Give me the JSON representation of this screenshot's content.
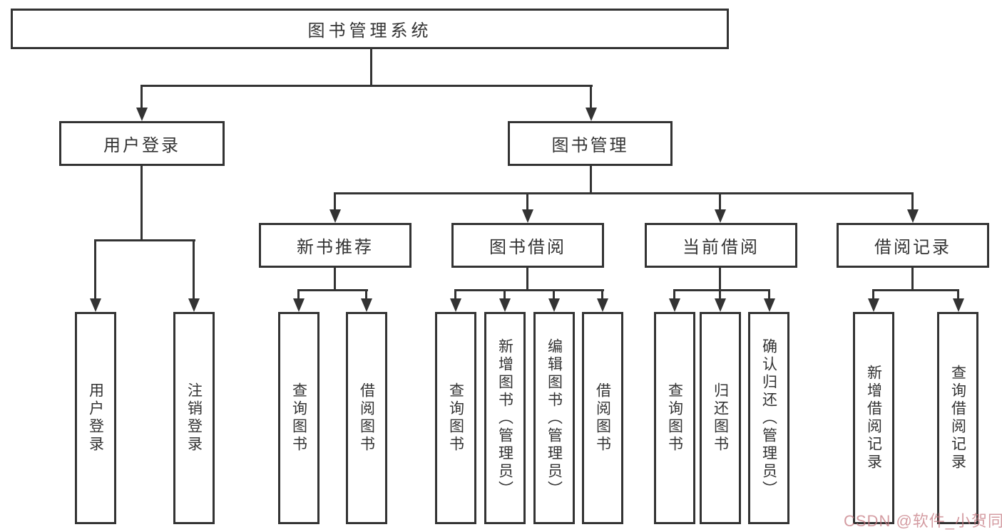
{
  "diagram": {
    "title": "图书管理系统",
    "level2": {
      "user_login": "用户登录",
      "book_mgmt": "图书管理"
    },
    "level3": {
      "new_book": "新书推荐",
      "book_borrow": "图书借阅",
      "current_borrow": "当前借阅",
      "borrow_record": "借阅记录"
    },
    "leaves": {
      "user_login": [
        "用户登录",
        "注销登录"
      ],
      "new_book": [
        "查询图书",
        "借阅图书"
      ],
      "book_borrow": [
        "查询图书",
        "新增图书（管理员）",
        "编辑图书（管理员）",
        "借阅图书"
      ],
      "current_borrow": [
        "查询图书",
        "归还图书",
        "确认归还（管理员）"
      ],
      "borrow_record": [
        "新增借阅记录",
        "查询借阅记录"
      ]
    },
    "colors": {
      "line": "#333333",
      "background": "#ffffff",
      "watermark_text": "#c57b83"
    }
  },
  "watermark": {
    "text": "CSDN @软件_小贺同学"
  }
}
